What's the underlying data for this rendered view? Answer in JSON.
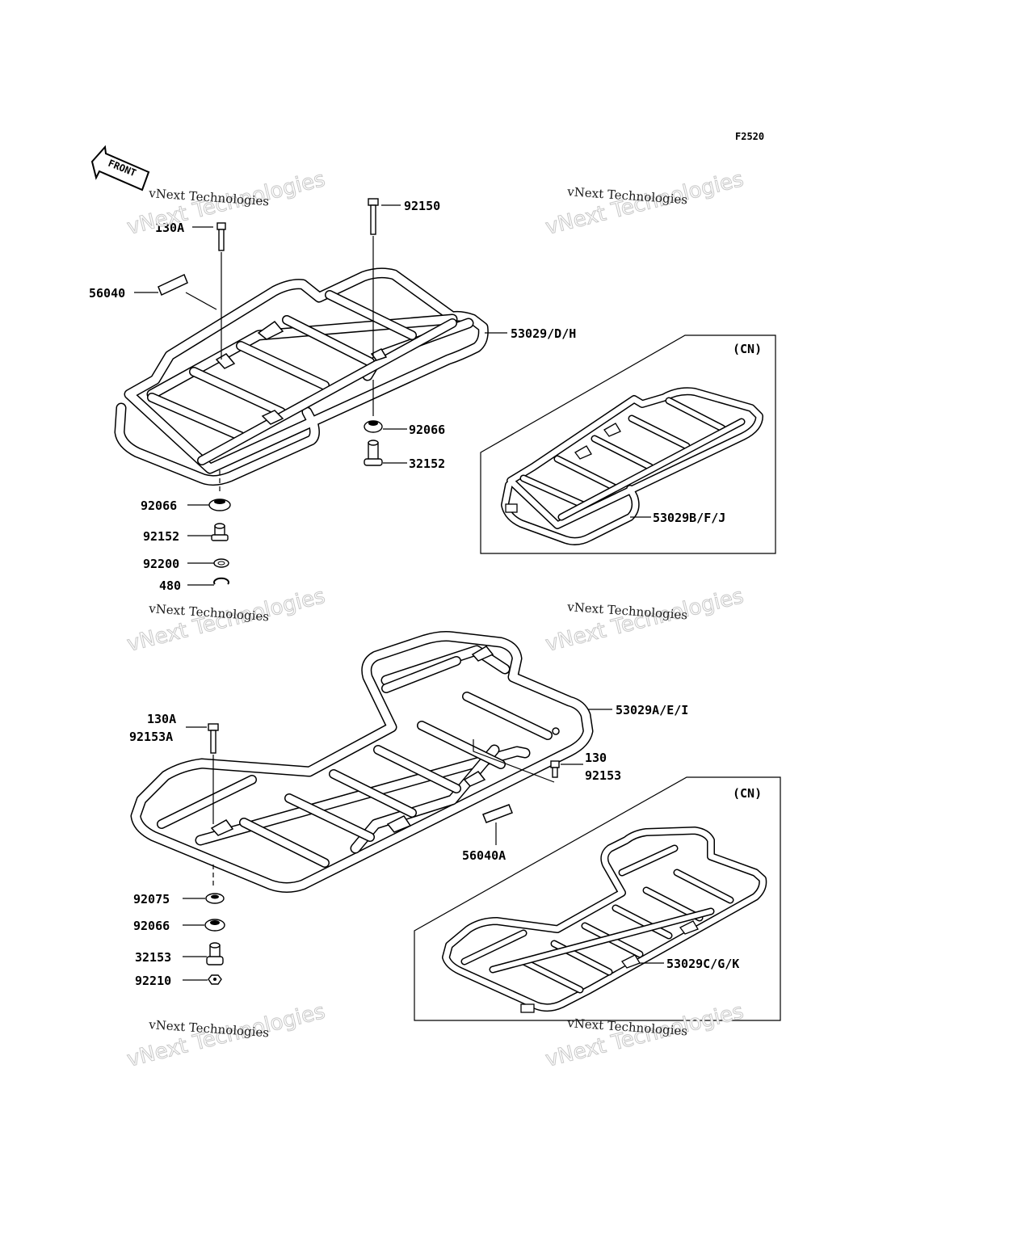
{
  "figure_code": "F2520",
  "front_arrow_label": "FRONT",
  "variant_tags": {
    "upper_box": "(CN)",
    "lower_box": "(CN)"
  },
  "watermark": {
    "line1": "vNext Technologies",
    "line2": "vNext Technologies"
  },
  "upper_callouts": {
    "bolt_130a": "130A",
    "label_56040": "56040",
    "bolt_92150": "92150",
    "carrier_53029": "53029/D/H",
    "damper_92066_right": "92066",
    "collar_32152": "32152",
    "damper_92066_left": "92066",
    "collar_92152": "92152",
    "washer_92200": "92200",
    "clip_480": "480",
    "carrier_53029b": "53029B/F/J"
  },
  "lower_callouts": {
    "bolt_130a": "130A",
    "bolt_92153a": "92153A",
    "carrier_53029a": "53029A/E/I",
    "bolt_130": "130",
    "bolt_92153": "92153",
    "label_56040a": "56040A",
    "washer_92075": "92075",
    "damper_92066": "92066",
    "collar_32153": "32153",
    "nut_92210": "92210",
    "carrier_53029c": "53029C/G/K"
  }
}
